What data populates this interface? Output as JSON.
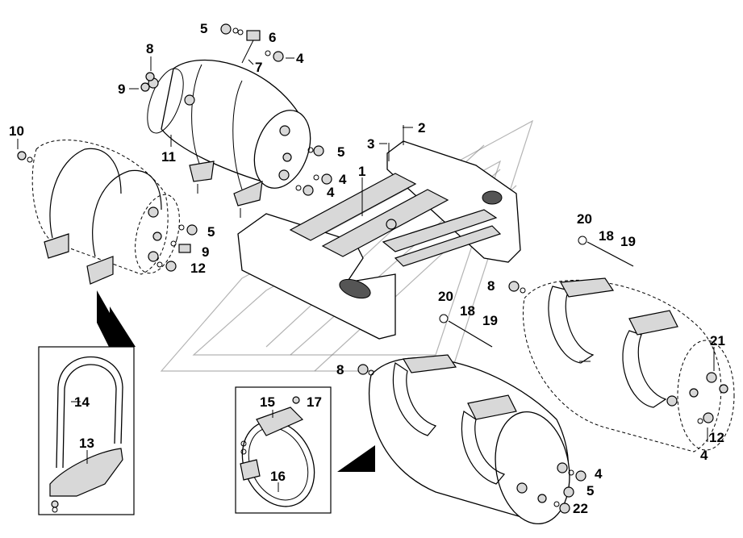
{
  "callouts": [
    {
      "id": "c1",
      "text": "1"
    },
    {
      "id": "c2",
      "text": "2"
    },
    {
      "id": "c3",
      "text": "3"
    },
    {
      "id": "c4a",
      "text": "4"
    },
    {
      "id": "c4b",
      "text": "4"
    },
    {
      "id": "c4c",
      "text": "4"
    },
    {
      "id": "c4d",
      "text": "4"
    },
    {
      "id": "c4e",
      "text": "4"
    },
    {
      "id": "c5a",
      "text": "5"
    },
    {
      "id": "c5b",
      "text": "5"
    },
    {
      "id": "c5c",
      "text": "5"
    },
    {
      "id": "c5d",
      "text": "5"
    },
    {
      "id": "c6",
      "text": "6"
    },
    {
      "id": "c7",
      "text": "7"
    },
    {
      "id": "c8a",
      "text": "8"
    },
    {
      "id": "c8b",
      "text": "8"
    },
    {
      "id": "c8c",
      "text": "8"
    },
    {
      "id": "c9a",
      "text": "9"
    },
    {
      "id": "c9b",
      "text": "9"
    },
    {
      "id": "c10",
      "text": "10"
    },
    {
      "id": "c11",
      "text": "11"
    },
    {
      "id": "c12a",
      "text": "12"
    },
    {
      "id": "c12b",
      "text": "12"
    },
    {
      "id": "c13",
      "text": "13"
    },
    {
      "id": "c14",
      "text": "14"
    },
    {
      "id": "c15",
      "text": "15"
    },
    {
      "id": "c16",
      "text": "16"
    },
    {
      "id": "c17",
      "text": "17"
    },
    {
      "id": "c18a",
      "text": "18"
    },
    {
      "id": "c18b",
      "text": "18"
    },
    {
      "id": "c19a",
      "text": "19"
    },
    {
      "id": "c19b",
      "text": "19"
    },
    {
      "id": "c20a",
      "text": "20"
    },
    {
      "id": "c20b",
      "text": "20"
    },
    {
      "id": "c21",
      "text": "21"
    },
    {
      "id": "c22",
      "text": "22"
    }
  ]
}
